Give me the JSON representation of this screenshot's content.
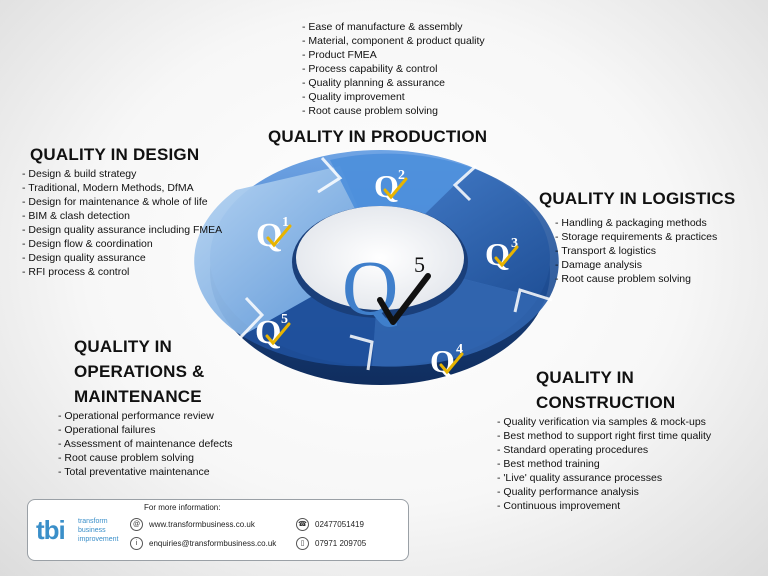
{
  "segments": [
    {
      "id": "Q1",
      "letter": "Q",
      "number": "1"
    },
    {
      "id": "Q2",
      "letter": "Q",
      "number": "2"
    },
    {
      "id": "Q3",
      "letter": "Q",
      "number": "3"
    },
    {
      "id": "Q4",
      "letter": "Q",
      "number": "4"
    },
    {
      "id": "Q5",
      "letter": "Q",
      "number": "5"
    }
  ],
  "center": {
    "letter": "Q",
    "number": "5"
  },
  "colors": {
    "light": "#7fb2e6",
    "mid": "#3b78c8",
    "dark": "#1f4f9a",
    "check": "#e8b400"
  },
  "production": {
    "title": "QUALITY IN PRODUCTION",
    "items": [
      "Ease of manufacture & assembly",
      "Material, component & product quality",
      "Product FMEA",
      "Process capability & control",
      "Quality planning & assurance",
      "Quality improvement",
      "Root cause problem solving"
    ]
  },
  "design": {
    "title": "QUALITY IN DESIGN",
    "items": [
      "Design & build strategy",
      "Traditional, Modern Methods, DfMA",
      "Design for maintenance & whole of life",
      "BIM & clash detection",
      "Design quality assurance including FMEA",
      "Design flow & coordination",
      "Design quality assurance",
      "RFI process & control"
    ]
  },
  "logistics": {
    "title": "QUALITY IN LOGISTICS",
    "items": [
      "Handling & packaging methods",
      "Storage requirements & practices",
      "Transport & logistics",
      "Damage analysis",
      "Root cause problem solving"
    ]
  },
  "operations": {
    "title_lines": [
      "QUALITY IN",
      "OPERATIONS &",
      "MAINTENANCE"
    ],
    "items": [
      "Operational performance review",
      "Operational failures",
      "Assessment of maintenance defects",
      "Root cause problem solving",
      "Total preventative maintenance"
    ]
  },
  "construction": {
    "title_lines": [
      "QUALITY IN",
      "CONSTRUCTION"
    ],
    "items": [
      "Quality verification via samples & mock-ups",
      "Best method to support right first time quality",
      "Standard operating procedures",
      "Best method training",
      "'Live' quality assurance processes",
      "Quality performance analysis",
      "Continuous improvement"
    ]
  },
  "footer": {
    "info_title": "For more information:",
    "logo": "tbi",
    "logo_sub": [
      "transform",
      "business",
      "improvement"
    ],
    "website": "www.transformbusiness.co.uk",
    "email": "enquiries@transformbusiness.co.uk",
    "phone": "02477051419",
    "mobile": "07971 209705",
    "icon_names": [
      "web-icon",
      "info-icon",
      "phone-icon",
      "mobile-icon"
    ]
  }
}
